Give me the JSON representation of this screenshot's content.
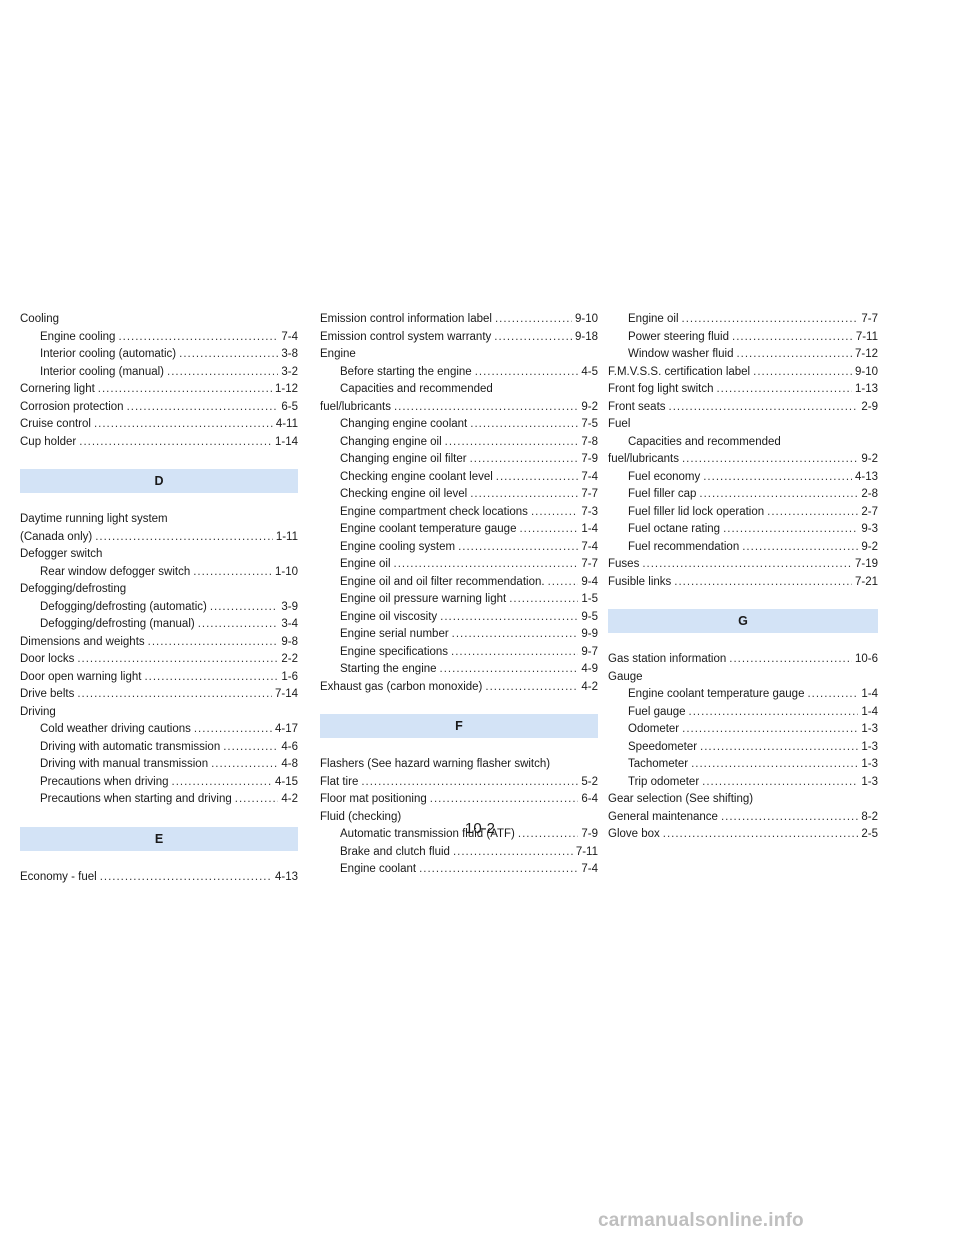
{
  "columns": [
    [
      {
        "kind": "heading",
        "text": "Cooling"
      },
      {
        "kind": "entry",
        "sub": true,
        "text": "Engine cooling",
        "page": "7-4"
      },
      {
        "kind": "entry",
        "sub": true,
        "text": "Interior cooling (automatic)",
        "page": "3-8"
      },
      {
        "kind": "entry",
        "sub": true,
        "text": "Interior cooling (manual)",
        "page": "3-2"
      },
      {
        "kind": "entry",
        "text": "Cornering light",
        "page": "1-12"
      },
      {
        "kind": "entry",
        "text": "Corrosion protection",
        "page": "6-5"
      },
      {
        "kind": "entry",
        "text": "Cruise control",
        "page": "4-11"
      },
      {
        "kind": "entry",
        "text": "Cup holder",
        "page": "1-14"
      },
      {
        "kind": "band",
        "text": "D"
      },
      {
        "kind": "heading",
        "text": "Daytime running light system"
      },
      {
        "kind": "entry",
        "text": "(Canada only)",
        "page": "1-11"
      },
      {
        "kind": "heading",
        "text": "Defogger switch"
      },
      {
        "kind": "entry",
        "sub": true,
        "text": "Rear window defogger switch",
        "page": "1-10"
      },
      {
        "kind": "heading",
        "text": "Defogging/defrosting"
      },
      {
        "kind": "entry",
        "sub": true,
        "text": "Defogging/defrosting (automatic)",
        "page": "3-9"
      },
      {
        "kind": "entry",
        "sub": true,
        "text": "Defogging/defrosting (manual)",
        "page": "3-4"
      },
      {
        "kind": "entry",
        "text": "Dimensions and weights",
        "page": "9-8"
      },
      {
        "kind": "entry",
        "text": "Door locks",
        "page": "2-2"
      },
      {
        "kind": "entry",
        "text": "Door open warning light",
        "page": "1-6"
      },
      {
        "kind": "entry",
        "text": "Drive belts",
        "page": "7-14"
      },
      {
        "kind": "heading",
        "text": "Driving"
      },
      {
        "kind": "entry",
        "sub": true,
        "text": "Cold weather driving cautions",
        "page": "4-17"
      },
      {
        "kind": "entry",
        "sub": true,
        "text": "Driving with automatic transmission",
        "page": "4-6"
      },
      {
        "kind": "entry",
        "sub": true,
        "text": "Driving with manual transmission",
        "page": "4-8"
      },
      {
        "kind": "entry",
        "sub": true,
        "text": "Precautions when driving",
        "page": "4-15"
      },
      {
        "kind": "entry",
        "sub": true,
        "text": "Precautions when starting and driving",
        "page": "4-2"
      },
      {
        "kind": "band",
        "text": "E"
      },
      {
        "kind": "entry",
        "text": "Economy - fuel",
        "page": "4-13"
      }
    ],
    [
      {
        "kind": "entry",
        "text": "Emission control information label",
        "page": "9-10"
      },
      {
        "kind": "entry",
        "text": "Emission control system warranty",
        "page": "9-18"
      },
      {
        "kind": "heading",
        "text": "Engine"
      },
      {
        "kind": "entry",
        "sub": true,
        "text": "Before starting the engine",
        "page": "4-5"
      },
      {
        "kind": "heading",
        "sub": true,
        "text": "Capacities and recommended"
      },
      {
        "kind": "entry",
        "text": "fuel/lubricants",
        "page": "9-2"
      },
      {
        "kind": "entry",
        "sub": true,
        "text": "Changing engine coolant",
        "page": "7-5"
      },
      {
        "kind": "entry",
        "sub": true,
        "text": "Changing engine oil",
        "page": "7-8"
      },
      {
        "kind": "entry",
        "sub": true,
        "text": "Changing engine oil filter",
        "page": "7-9"
      },
      {
        "kind": "entry",
        "sub": true,
        "text": "Checking engine coolant level",
        "page": "7-4"
      },
      {
        "kind": "entry",
        "sub": true,
        "text": "Checking engine oil level",
        "page": "7-7"
      },
      {
        "kind": "entry",
        "sub": true,
        "text": "Engine compartment check locations",
        "page": "7-3"
      },
      {
        "kind": "entry",
        "sub": true,
        "text": "Engine coolant temperature gauge",
        "page": "1-4"
      },
      {
        "kind": "entry",
        "sub": true,
        "text": "Engine cooling system",
        "page": "7-4"
      },
      {
        "kind": "entry",
        "sub": true,
        "text": "Engine oil",
        "page": "7-7"
      },
      {
        "kind": "entry",
        "sub": true,
        "text": "Engine oil and oil filter recommendation.",
        "page": "9-4"
      },
      {
        "kind": "entry",
        "sub": true,
        "text": "Engine oil pressure warning light",
        "page": "1-5"
      },
      {
        "kind": "entry",
        "sub": true,
        "text": "Engine oil viscosity",
        "page": "9-5"
      },
      {
        "kind": "entry",
        "sub": true,
        "text": "Engine serial number",
        "page": "9-9"
      },
      {
        "kind": "entry",
        "sub": true,
        "text": "Engine specifications",
        "page": "9-7"
      },
      {
        "kind": "entry",
        "sub": true,
        "text": "Starting the engine",
        "page": "4-9"
      },
      {
        "kind": "entry",
        "text": "Exhaust gas (carbon monoxide)",
        "page": "4-2"
      },
      {
        "kind": "band",
        "text": "F"
      },
      {
        "kind": "heading",
        "text": "Flashers (See hazard warning flasher switch)"
      },
      {
        "kind": "entry",
        "text": "Flat tire",
        "page": "5-2"
      },
      {
        "kind": "entry",
        "text": "Floor mat positioning",
        "page": "6-4"
      },
      {
        "kind": "heading",
        "text": "Fluid (checking)"
      },
      {
        "kind": "entry",
        "sub": true,
        "text": "Automatic transmission fluid (ATF)",
        "page": "7-9"
      },
      {
        "kind": "entry",
        "sub": true,
        "text": "Brake and clutch fluid",
        "page": "7-11"
      },
      {
        "kind": "entry",
        "sub": true,
        "text": "Engine coolant",
        "page": "7-4"
      }
    ],
    [
      {
        "kind": "entry",
        "sub": true,
        "text": "Engine oil",
        "page": "7-7"
      },
      {
        "kind": "entry",
        "sub": true,
        "text": "Power steering fluid",
        "page": "7-11"
      },
      {
        "kind": "entry",
        "sub": true,
        "text": "Window washer fluid",
        "page": "7-12"
      },
      {
        "kind": "entry",
        "text": "F.M.V.S.S. certification label",
        "page": "9-10"
      },
      {
        "kind": "entry",
        "text": "Front fog light switch",
        "page": "1-13"
      },
      {
        "kind": "entry",
        "text": "Front seats",
        "page": "2-9"
      },
      {
        "kind": "heading",
        "text": "Fuel"
      },
      {
        "kind": "heading",
        "sub": true,
        "text": "Capacities and recommended"
      },
      {
        "kind": "entry",
        "text": "fuel/lubricants",
        "page": "9-2"
      },
      {
        "kind": "entry",
        "sub": true,
        "text": "Fuel economy",
        "page": "4-13"
      },
      {
        "kind": "entry",
        "sub": true,
        "text": "Fuel filler cap",
        "page": "2-8"
      },
      {
        "kind": "entry",
        "sub": true,
        "text": "Fuel filler lid lock operation",
        "page": "2-7"
      },
      {
        "kind": "entry",
        "sub": true,
        "text": "Fuel octane rating",
        "page": "9-3"
      },
      {
        "kind": "entry",
        "sub": true,
        "text": "Fuel recommendation",
        "page": "9-2"
      },
      {
        "kind": "entry",
        "text": "Fuses",
        "page": "7-19"
      },
      {
        "kind": "entry",
        "text": "Fusible links",
        "page": "7-21"
      },
      {
        "kind": "band",
        "text": "G"
      },
      {
        "kind": "entry",
        "text": "Gas station information",
        "page": "10-6"
      },
      {
        "kind": "heading",
        "text": "Gauge"
      },
      {
        "kind": "entry",
        "sub": true,
        "text": "Engine coolant temperature gauge",
        "page": "1-4"
      },
      {
        "kind": "entry",
        "sub": true,
        "text": "Fuel gauge",
        "page": "1-4"
      },
      {
        "kind": "entry",
        "sub": true,
        "text": "Odometer",
        "page": "1-3"
      },
      {
        "kind": "entry",
        "sub": true,
        "text": "Speedometer",
        "page": "1-3"
      },
      {
        "kind": "entry",
        "sub": true,
        "text": "Tachometer",
        "page": "1-3"
      },
      {
        "kind": "entry",
        "sub": true,
        "text": "Trip odometer",
        "page": "1-3"
      },
      {
        "kind": "heading",
        "text": "Gear selection (See shifting)"
      },
      {
        "kind": "entry",
        "text": "General maintenance",
        "page": "8-2"
      },
      {
        "kind": "entry",
        "text": "Glove box",
        "page": "2-5"
      }
    ]
  ],
  "page_number": "10-2",
  "watermark": "carmanualsonline.info"
}
